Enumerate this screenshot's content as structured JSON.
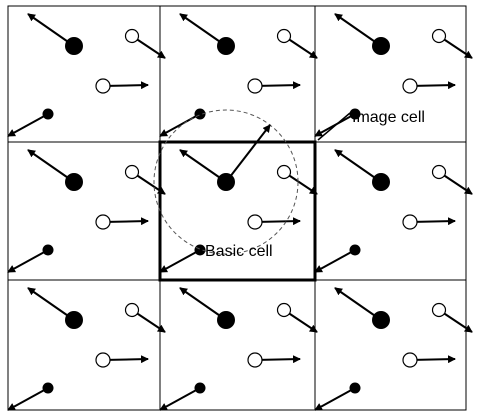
{
  "diagram": {
    "labels": {
      "image_cell": "Image cell",
      "basic_cell": "Basic cell"
    },
    "colors": {
      "ink": "#000000",
      "open_particle_fill": "#ffffff",
      "cutoff_circle": "#555555"
    },
    "grid": {
      "rows": 3,
      "cols": 3,
      "basic_cell": {
        "row": 1,
        "col": 1
      }
    }
  }
}
